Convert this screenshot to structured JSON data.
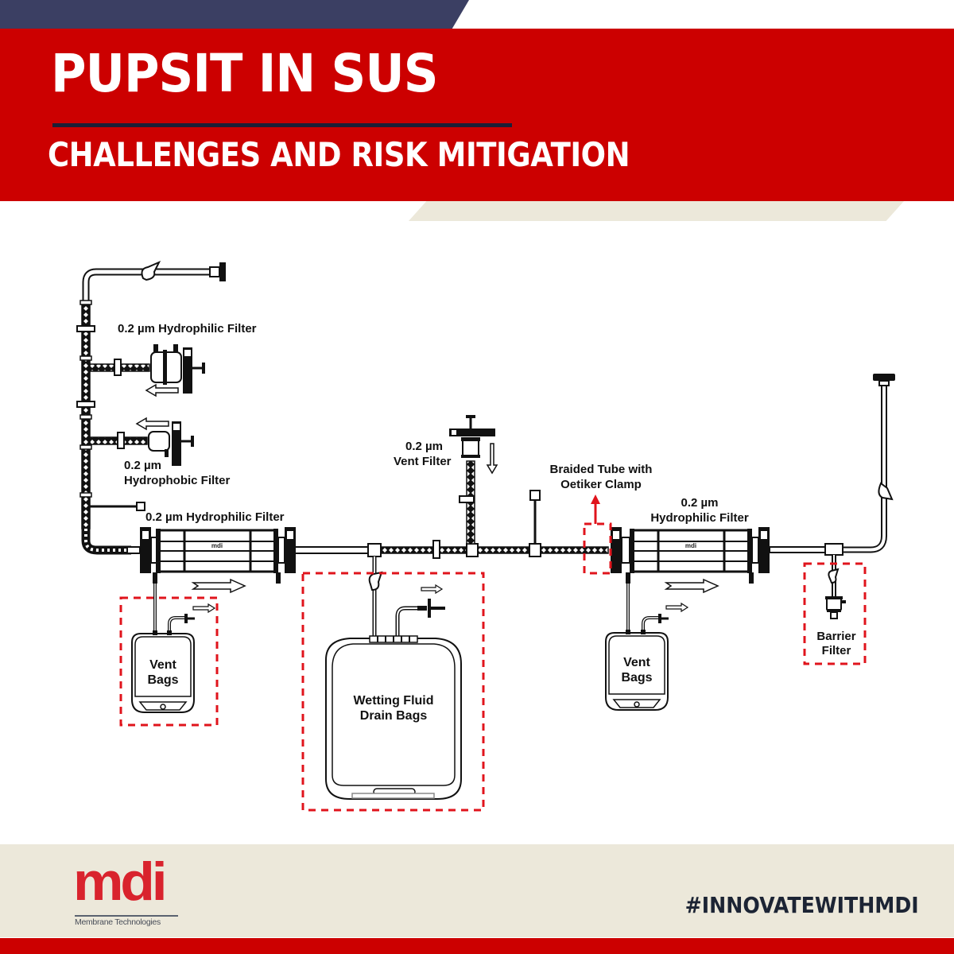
{
  "header": {
    "title": "PUPSIT IN SUS",
    "subtitle": "CHALLENGES AND RISK MITIGATION"
  },
  "colors": {
    "brand_red": "#cc0000",
    "navy": "#3b3f63",
    "beige": "#ece8da",
    "title_rule": "#1c1f36",
    "highlight_dash": "#e0141c",
    "logo_red": "#d9232d",
    "hashtag": "#1c2434",
    "diagram_line": "#111111"
  },
  "diagram": {
    "labels": {
      "inlet_hydrophilic_filter": "0.2 µm Hydrophilic Filter",
      "hydrophobic_filter_line1": "0.2 µm",
      "hydrophobic_filter_line2": "Hydrophobic Filter",
      "main_filter_1": "0.2 µm Hydrophilic Filter",
      "vent_filter_line1": "0.2 µm",
      "vent_filter_line2": "Vent Filter",
      "braided_tube_line1": "Braided Tube with",
      "braided_tube_line2": "Oetiker Clamp",
      "main_filter_2_line1": "0.2 µm",
      "main_filter_2_line2": "Hydrophilic Filter",
      "vent_bags_1_line1": "Vent",
      "vent_bags_1_line2": "Bags",
      "drain_bags_line1": "Wetting Fluid",
      "drain_bags_line2": "Drain Bags",
      "vent_bags_2_line1": "Vent",
      "vent_bags_2_line2": "Bags",
      "barrier_filter_line1": "Barrier",
      "barrier_filter_line2": "Filter",
      "filter_brand_mark": "mdi"
    },
    "highlighted_regions": [
      "vent-bags-1",
      "wetting-fluid-drain-bags",
      "braided-tube-oetiker-clamp",
      "barrier-filter"
    ]
  },
  "footer": {
    "logo_text": "mdi",
    "logo_tagline": "Membrane Technologies",
    "hashtag": "#INNOVATEWITHMDI"
  }
}
